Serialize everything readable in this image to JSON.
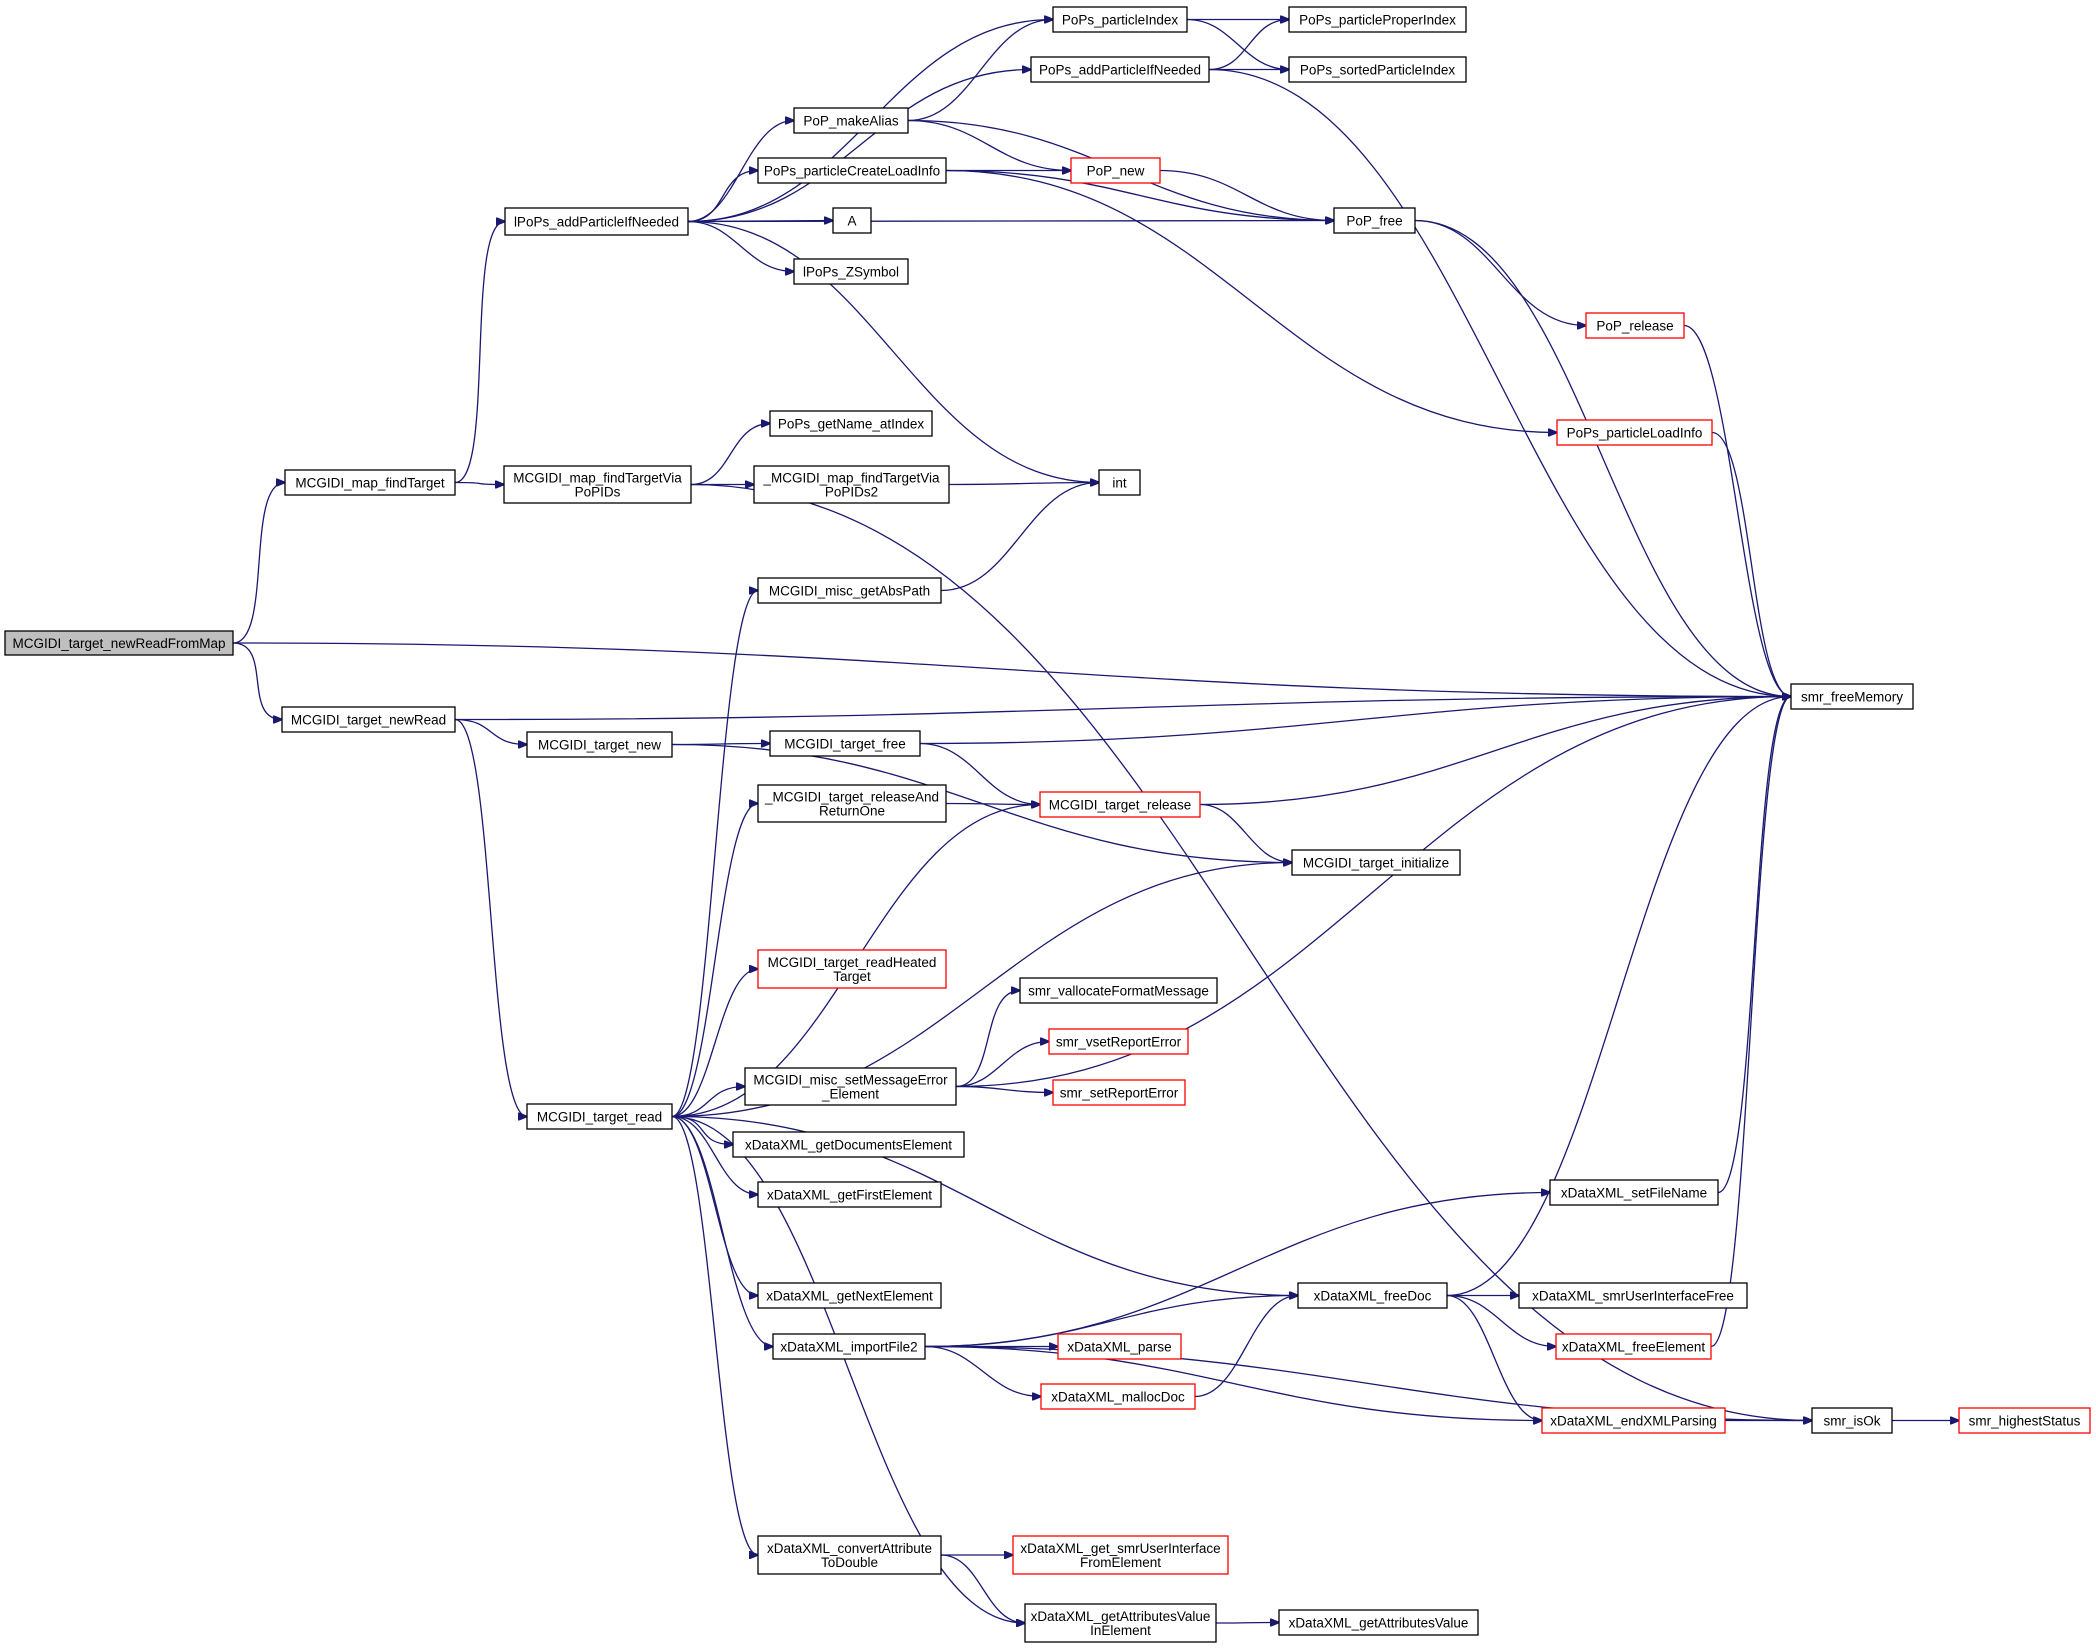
{
  "nodes": [
    {
      "id": "root",
      "lines": [
        "MCGIDI_target_newReadFromMap"
      ],
      "style": "root"
    },
    {
      "id": "mapFindTarget",
      "lines": [
        "MCGIDI_map_findTarget"
      ],
      "style": "normal"
    },
    {
      "id": "targetNewRead",
      "lines": [
        "MCGIDI_target_newRead"
      ],
      "style": "normal"
    },
    {
      "id": "lpopsAdd",
      "lines": [
        "lPoPs_addParticleIfNeeded"
      ],
      "style": "normal"
    },
    {
      "id": "mapFindViaPoPIDs",
      "lines": [
        "MCGIDI_map_findTargetVia",
        "PoPIDs"
      ],
      "style": "normal"
    },
    {
      "id": "targetNew",
      "lines": [
        "MCGIDI_target_new"
      ],
      "style": "normal"
    },
    {
      "id": "targetRead",
      "lines": [
        "MCGIDI_target_read"
      ],
      "style": "normal"
    },
    {
      "id": "popsParticleIndex",
      "lines": [
        "PoPs_particleIndex"
      ],
      "style": "normal"
    },
    {
      "id": "popsAddParticle",
      "lines": [
        "PoPs_addParticleIfNeeded"
      ],
      "style": "normal"
    },
    {
      "id": "popMakeAlias",
      "lines": [
        "PoP_makeAlias"
      ],
      "style": "normal"
    },
    {
      "id": "popsCreateLoadInfo",
      "lines": [
        "PoPs_particleCreateLoadInfo"
      ],
      "style": "normal"
    },
    {
      "id": "A",
      "lines": [
        "A"
      ],
      "style": "normal"
    },
    {
      "id": "lpopsZSymbol",
      "lines": [
        "lPoPs_ZSymbol"
      ],
      "style": "normal"
    },
    {
      "id": "popsGetName",
      "lines": [
        "PoPs_getName_atIndex"
      ],
      "style": "normal"
    },
    {
      "id": "mapFindViaPoPIDs2",
      "lines": [
        "_MCGIDI_map_findTargetVia",
        "PoPIDs2"
      ],
      "style": "normal"
    },
    {
      "id": "miscGetAbsPath",
      "lines": [
        "MCGIDI_misc_getAbsPath"
      ],
      "style": "normal"
    },
    {
      "id": "targetFree",
      "lines": [
        "MCGIDI_target_free"
      ],
      "style": "normal"
    },
    {
      "id": "releaseAndReturnOne",
      "lines": [
        "_MCGIDI_target_releaseAnd",
        "ReturnOne"
      ],
      "style": "normal"
    },
    {
      "id": "readHeatedTarget",
      "lines": [
        "MCGIDI_target_readHeated",
        "Target"
      ],
      "style": "red"
    },
    {
      "id": "setMessageError",
      "lines": [
        "MCGIDI_misc_setMessageError",
        "_Element"
      ],
      "style": "normal"
    },
    {
      "id": "getDocumentsElement",
      "lines": [
        "xDataXML_getDocumentsElement"
      ],
      "style": "normal"
    },
    {
      "id": "getFirstElement",
      "lines": [
        "xDataXML_getFirstElement"
      ],
      "style": "normal"
    },
    {
      "id": "getNextElement",
      "lines": [
        "xDataXML_getNextElement"
      ],
      "style": "normal"
    },
    {
      "id": "importFile2",
      "lines": [
        "xDataXML_importFile2"
      ],
      "style": "normal"
    },
    {
      "id": "convertAttr",
      "lines": [
        "xDataXML_convertAttribute",
        "ToDouble"
      ],
      "style": "normal"
    },
    {
      "id": "getAttrValueInElement",
      "lines": [
        "xDataXML_getAttributesValue",
        "InElement"
      ],
      "style": "normal"
    },
    {
      "id": "popsProperIndex",
      "lines": [
        "PoPs_particleProperIndex"
      ],
      "style": "normal"
    },
    {
      "id": "popsSortedIndex",
      "lines": [
        "PoPs_sortedParticleIndex"
      ],
      "style": "normal"
    },
    {
      "id": "popNew",
      "lines": [
        "PoP_new"
      ],
      "style": "red"
    },
    {
      "id": "popFree",
      "lines": [
        "PoP_free"
      ],
      "style": "normal"
    },
    {
      "id": "int",
      "lines": [
        "int"
      ],
      "style": "normal"
    },
    {
      "id": "targetRelease",
      "lines": [
        "MCGIDI_target_release"
      ],
      "style": "red"
    },
    {
      "id": "targetInitialize",
      "lines": [
        "MCGIDI_target_initialize"
      ],
      "style": "normal"
    },
    {
      "id": "vallocate",
      "lines": [
        "smr_vallocateFormatMessage"
      ],
      "style": "normal"
    },
    {
      "id": "vsetReportError",
      "lines": [
        "smr_vsetReportError"
      ],
      "style": "red"
    },
    {
      "id": "setReportError",
      "lines": [
        "smr_setReportError"
      ],
      "style": "red"
    },
    {
      "id": "setFileName",
      "lines": [
        "xDataXML_setFileName"
      ],
      "style": "normal"
    },
    {
      "id": "freeDoc",
      "lines": [
        "xDataXML_freeDoc"
      ],
      "style": "normal"
    },
    {
      "id": "parse",
      "lines": [
        "xDataXML_parse"
      ],
      "style": "red"
    },
    {
      "id": "mallocDoc",
      "lines": [
        "xDataXML_mallocDoc"
      ],
      "style": "red"
    },
    {
      "id": "getSmrUserInterface",
      "lines": [
        "xDataXML_get_smrUserInterface",
        "FromElement"
      ],
      "style": "red"
    },
    {
      "id": "getAttributesValue",
      "lines": [
        "xDataXML_getAttributesValue"
      ],
      "style": "normal"
    },
    {
      "id": "popRelease",
      "lines": [
        "PoP_release"
      ],
      "style": "red"
    },
    {
      "id": "popsLoadInfo",
      "lines": [
        "PoPs_particleLoadInfo"
      ],
      "style": "red"
    },
    {
      "id": "smrFreeMemory",
      "lines": [
        "smr_freeMemory"
      ],
      "style": "normal"
    },
    {
      "id": "smrUserInterfaceFree",
      "lines": [
        "xDataXML_smrUserInterfaceFree"
      ],
      "style": "normal"
    },
    {
      "id": "freeElement",
      "lines": [
        "xDataXML_freeElement"
      ],
      "style": "red"
    },
    {
      "id": "endXMLParsing",
      "lines": [
        "xDataXML_endXMLParsing"
      ],
      "style": "red"
    },
    {
      "id": "smrIsOk",
      "lines": [
        "smr_isOk"
      ],
      "style": "normal"
    },
    {
      "id": "smrHighestStatus",
      "lines": [
        "smr_highestStatus"
      ],
      "style": "red"
    }
  ],
  "edges": [
    [
      "root",
      "mapFindTarget"
    ],
    [
      "root",
      "targetNewRead"
    ],
    [
      "root",
      "smrFreeMemory"
    ],
    [
      "mapFindTarget",
      "lpopsAdd"
    ],
    [
      "mapFindTarget",
      "mapFindViaPoPIDs"
    ],
    [
      "lpopsAdd",
      "popsParticleIndex"
    ],
    [
      "lpopsAdd",
      "popsAddParticle"
    ],
    [
      "lpopsAdd",
      "popMakeAlias"
    ],
    [
      "lpopsAdd",
      "popsCreateLoadInfo"
    ],
    [
      "lpopsAdd",
      "A"
    ],
    [
      "lpopsAdd",
      "lpopsZSymbol"
    ],
    [
      "lpopsAdd",
      "popFree"
    ],
    [
      "lpopsAdd",
      "int"
    ],
    [
      "popsParticleIndex",
      "popsProperIndex"
    ],
    [
      "popsParticleIndex",
      "popsSortedIndex"
    ],
    [
      "popsAddParticle",
      "popsProperIndex"
    ],
    [
      "popsAddParticle",
      "popsSortedIndex"
    ],
    [
      "popsAddParticle",
      "smrFreeMemory"
    ],
    [
      "popMakeAlias",
      "popsParticleIndex"
    ],
    [
      "popMakeAlias",
      "popNew"
    ],
    [
      "popMakeAlias",
      "popFree"
    ],
    [
      "popsCreateLoadInfo",
      "popNew"
    ],
    [
      "popsCreateLoadInfo",
      "popFree"
    ],
    [
      "popsCreateLoadInfo",
      "popsLoadInfo"
    ],
    [
      "popNew",
      "popFree"
    ],
    [
      "popFree",
      "popRelease"
    ],
    [
      "popFree",
      "smrFreeMemory"
    ],
    [
      "popRelease",
      "smrFreeMemory"
    ],
    [
      "popsLoadInfo",
      "smrFreeMemory"
    ],
    [
      "mapFindViaPoPIDs",
      "popsGetName"
    ],
    [
      "mapFindViaPoPIDs",
      "mapFindViaPoPIDs2"
    ],
    [
      "mapFindViaPoPIDs",
      "smrIsOk"
    ],
    [
      "mapFindViaPoPIDs2",
      "int"
    ],
    [
      "miscGetAbsPath",
      "int"
    ],
    [
      "targetNewRead",
      "targetNew"
    ],
    [
      "targetNewRead",
      "targetRead"
    ],
    [
      "targetNewRead",
      "smrFreeMemory"
    ],
    [
      "targetNew",
      "targetFree"
    ],
    [
      "targetNew",
      "targetInitialize"
    ],
    [
      "targetFree",
      "targetRelease"
    ],
    [
      "targetFree",
      "smrFreeMemory"
    ],
    [
      "releaseAndReturnOne",
      "targetRelease"
    ],
    [
      "targetRelease",
      "targetInitialize"
    ],
    [
      "targetRelease",
      "smrFreeMemory"
    ],
    [
      "targetRead",
      "miscGetAbsPath"
    ],
    [
      "targetRead",
      "releaseAndReturnOne"
    ],
    [
      "targetRead",
      "targetRelease"
    ],
    [
      "targetRead",
      "readHeatedTarget"
    ],
    [
      "targetRead",
      "targetInitialize"
    ],
    [
      "targetRead",
      "setMessageError"
    ],
    [
      "targetRead",
      "getDocumentsElement"
    ],
    [
      "targetRead",
      "getFirstElement"
    ],
    [
      "targetRead",
      "freeDoc"
    ],
    [
      "targetRead",
      "getNextElement"
    ],
    [
      "targetRead",
      "importFile2"
    ],
    [
      "targetRead",
      "convertAttr"
    ],
    [
      "targetRead",
      "getAttrValueInElement"
    ],
    [
      "setMessageError",
      "vallocate"
    ],
    [
      "setMessageError",
      "vsetReportError"
    ],
    [
      "setMessageError",
      "setReportError"
    ],
    [
      "setMessageError",
      "smrFreeMemory"
    ],
    [
      "importFile2",
      "setFileName"
    ],
    [
      "importFile2",
      "freeDoc"
    ],
    [
      "importFile2",
      "parse"
    ],
    [
      "importFile2",
      "mallocDoc"
    ],
    [
      "importFile2",
      "endXMLParsing"
    ],
    [
      "importFile2",
      "smrIsOk"
    ],
    [
      "setFileName",
      "smrFreeMemory"
    ],
    [
      "mallocDoc",
      "freeDoc"
    ],
    [
      "freeDoc",
      "smrUserInterfaceFree"
    ],
    [
      "freeDoc",
      "freeElement"
    ],
    [
      "freeDoc",
      "endXMLParsing"
    ],
    [
      "freeDoc",
      "smrFreeMemory"
    ],
    [
      "freeElement",
      "smrFreeMemory"
    ],
    [
      "endXMLParsing",
      "smrIsOk"
    ],
    [
      "smrIsOk",
      "smrHighestStatus"
    ],
    [
      "convertAttr",
      "getSmrUserInterface"
    ],
    [
      "convertAttr",
      "getAttrValueInElement"
    ],
    [
      "getAttrValueInElement",
      "getAttributesValue"
    ]
  ]
}
